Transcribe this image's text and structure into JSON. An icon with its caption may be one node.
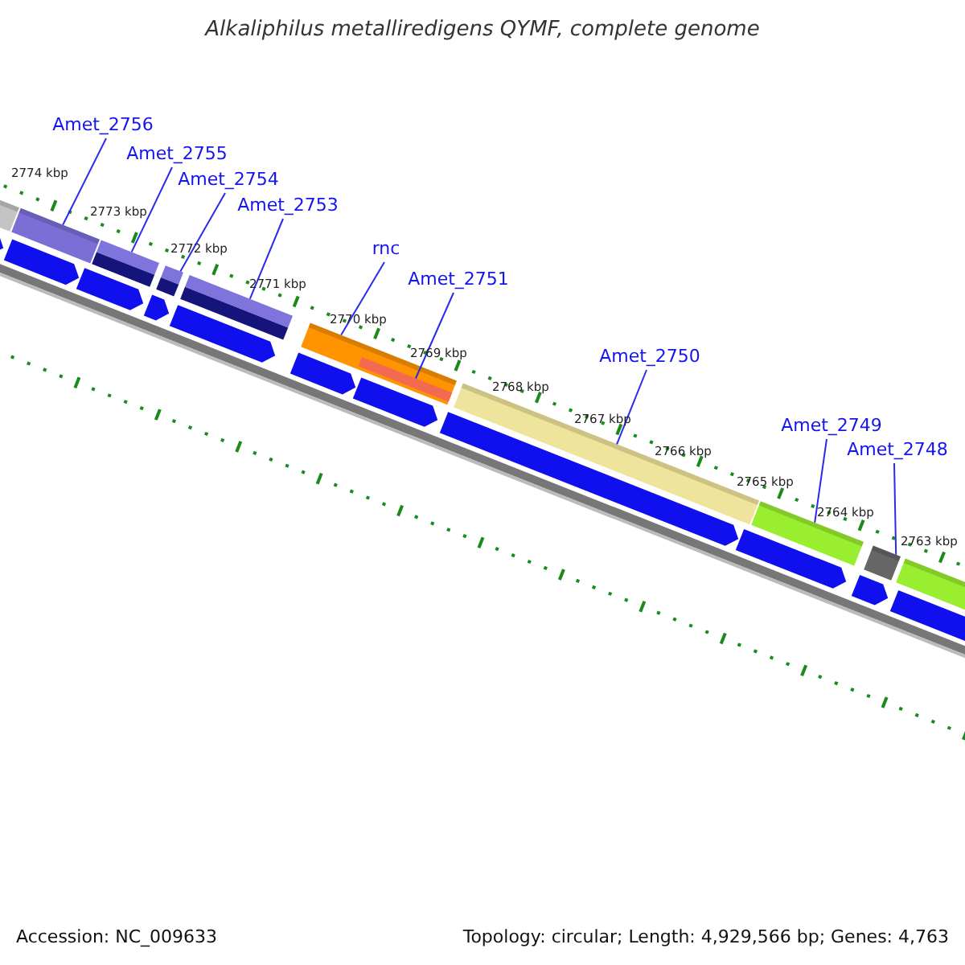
{
  "diagram": {
    "title": "Alkaliphilus metalliredigens QYMF, complete genome",
    "nodes": [
      {
        "text": [
          "Amet_2756"
        ]
      },
      {
        "text": [
          "Amet_2755"
        ]
      },
      {
        "text": [
          "Amet_2754"
        ]
      },
      {
        "text": [
          "Amet_2753"
        ]
      },
      {
        "text": [
          "rnc"
        ]
      },
      {
        "text": [
          "Amet_2751"
        ]
      },
      {
        "text": [
          "Amet_2750"
        ]
      },
      {
        "text": [
          "Amet_2749"
        ]
      },
      {
        "text": [
          "Amet_2748"
        ]
      },
      {
        "text": [],
        "shape": "bar"
      },
      {
        "text": [],
        "shape": "bar"
      },
      {
        "text": [],
        "shape": "bar"
      },
      {
        "text": [],
        "shape": "bar"
      },
      {
        "text": [],
        "shape": "bar"
      },
      {
        "text": [],
        "shape": "bar",
        "in": 13
      },
      {
        "text": [],
        "shape": "bar"
      },
      {
        "text": [],
        "shape": "bar"
      },
      {
        "text": [],
        "shape": "bar"
      }
    ],
    "edges": [
      {
        "from": 0,
        "to": 9,
        "arrow": "none"
      },
      {
        "from": 1,
        "to": 10,
        "arrow": "none"
      },
      {
        "from": 2,
        "to": 11,
        "arrow": "none"
      },
      {
        "from": 3,
        "to": 12,
        "arrow": "none"
      },
      {
        "from": 4,
        "to": 13,
        "arrow": "none"
      },
      {
        "from": 5,
        "to": 14,
        "arrow": "none"
      },
      {
        "from": 6,
        "to": 15,
        "arrow": "none"
      },
      {
        "from": 7,
        "to": 16,
        "arrow": "none"
      },
      {
        "from": 8,
        "to": 17,
        "arrow": "none"
      }
    ],
    "labels": [
      "2774 kbp",
      "2773 kbp",
      "2772 kbp",
      "2771 kbp",
      "2770 kbp",
      "2769 kbp",
      "2768 kbp",
      "2767 kbp",
      "2766 kbp",
      "2765 kbp",
      "2764 kbp",
      "2763 kbp",
      "Accession: NC_009633",
      "Topology: circular; Length: 4,929,566 bp; Genes: 4,763"
    ]
  }
}
